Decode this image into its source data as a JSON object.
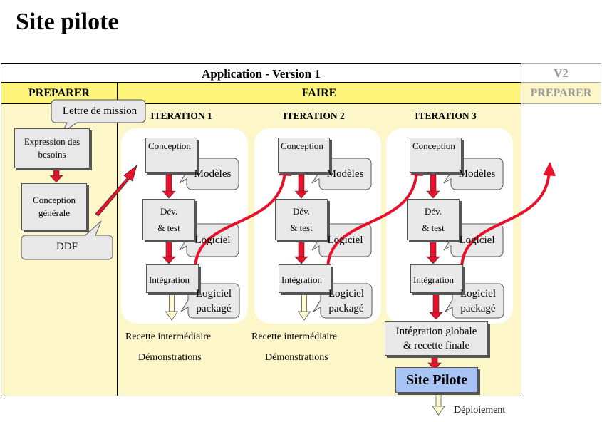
{
  "title": "Site pilote",
  "header": {
    "application": "Application - Version 1",
    "v2": "V2",
    "preparer": "PREPARER",
    "faire": "FAIRE",
    "preparer_next": "PREPARER"
  },
  "preparer_phase": {
    "mission_letter": "Lettre de mission",
    "needs_expression": "Expression des besoins",
    "general_design": "Conception générale",
    "ddf": "DDF"
  },
  "iterations": [
    {
      "title": "ITERATION 1",
      "conception": "Conception",
      "modeles": "Modèles",
      "dev_line1": "Dév.",
      "dev_line2": "& test",
      "logiciel": "Logiciel",
      "integration": "Intégration",
      "packaged_line1": "Logiciel",
      "packaged_line2": "packagé",
      "recette": "Recette intermédiaire",
      "demos": "Démonstrations"
    },
    {
      "title": "ITERATION 2",
      "conception": "Conception",
      "modeles": "Modèles",
      "dev_line1": "Dév.",
      "dev_line2": "& test",
      "logiciel": "Logiciel",
      "integration": "Intégration",
      "packaged_line1": "Logiciel",
      "packaged_line2": "packagé",
      "recette": "Recette intermédiaire",
      "demos": "Démonstrations"
    },
    {
      "title": "ITERATION 3",
      "conception": "Conception",
      "modeles": "Modèles",
      "dev_line1": "Dév.",
      "dev_line2": "& test",
      "logiciel": "Logiciel",
      "integration": "Intégration",
      "packaged_line1": "Logiciel",
      "packaged_line2": "packagé"
    }
  ],
  "final": {
    "global_line1": "Intégration globale",
    "global_line2": "& recette finale",
    "site_pilote": "Site Pilote",
    "deploiement": "Déploiement"
  },
  "colors": {
    "yellow_header": "#fff47a",
    "phase_bg": "#fdf6c8",
    "arrow_red": "#e8102a",
    "site_pilote_bg": "#a8c4f4",
    "grey_text": "#999999"
  }
}
